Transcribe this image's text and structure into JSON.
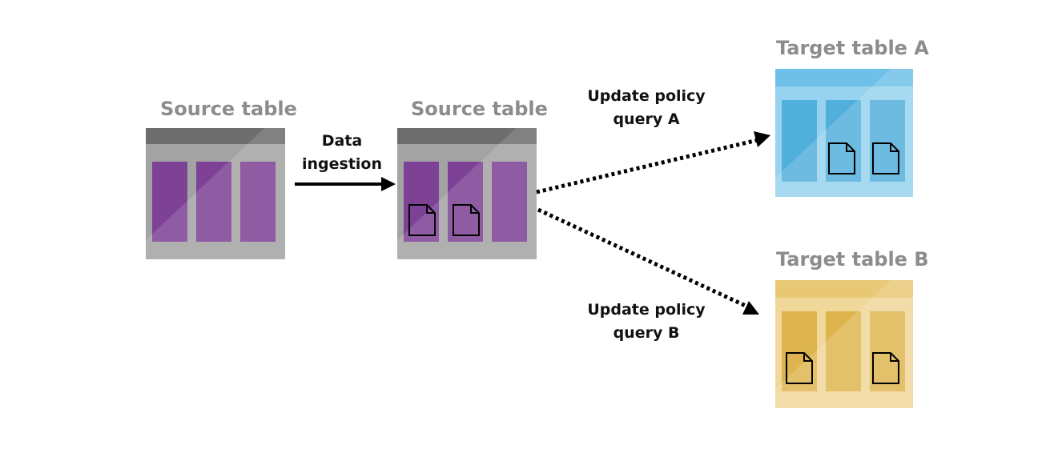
{
  "tables": {
    "source1": {
      "title": "Source table"
    },
    "source2": {
      "title": "Source table"
    },
    "targetA": {
      "title": "Target table A"
    },
    "targetB": {
      "title": "Target table B"
    }
  },
  "edges": {
    "ingestion": {
      "line1": "Data",
      "line2": "ingestion"
    },
    "policyA": {
      "line1": "Update policy",
      "line2": "query A"
    },
    "policyB": {
      "line1": "Update policy",
      "line2": "query B"
    }
  },
  "colors": {
    "source_frame": "#a3a3a3",
    "source_header": "#6d6d6d",
    "source_column": "#7d4296",
    "target_a_frame": "#97d2ee",
    "target_a_header": "#6ec0e8",
    "target_a_column": "#51afdc",
    "target_b_frame": "#f0d79a",
    "target_b_header": "#e8c875",
    "target_b_column": "#deb44e",
    "arrow": "#000000"
  },
  "icons": {
    "document": "document-icon",
    "arrow": "arrow-head-icon"
  }
}
